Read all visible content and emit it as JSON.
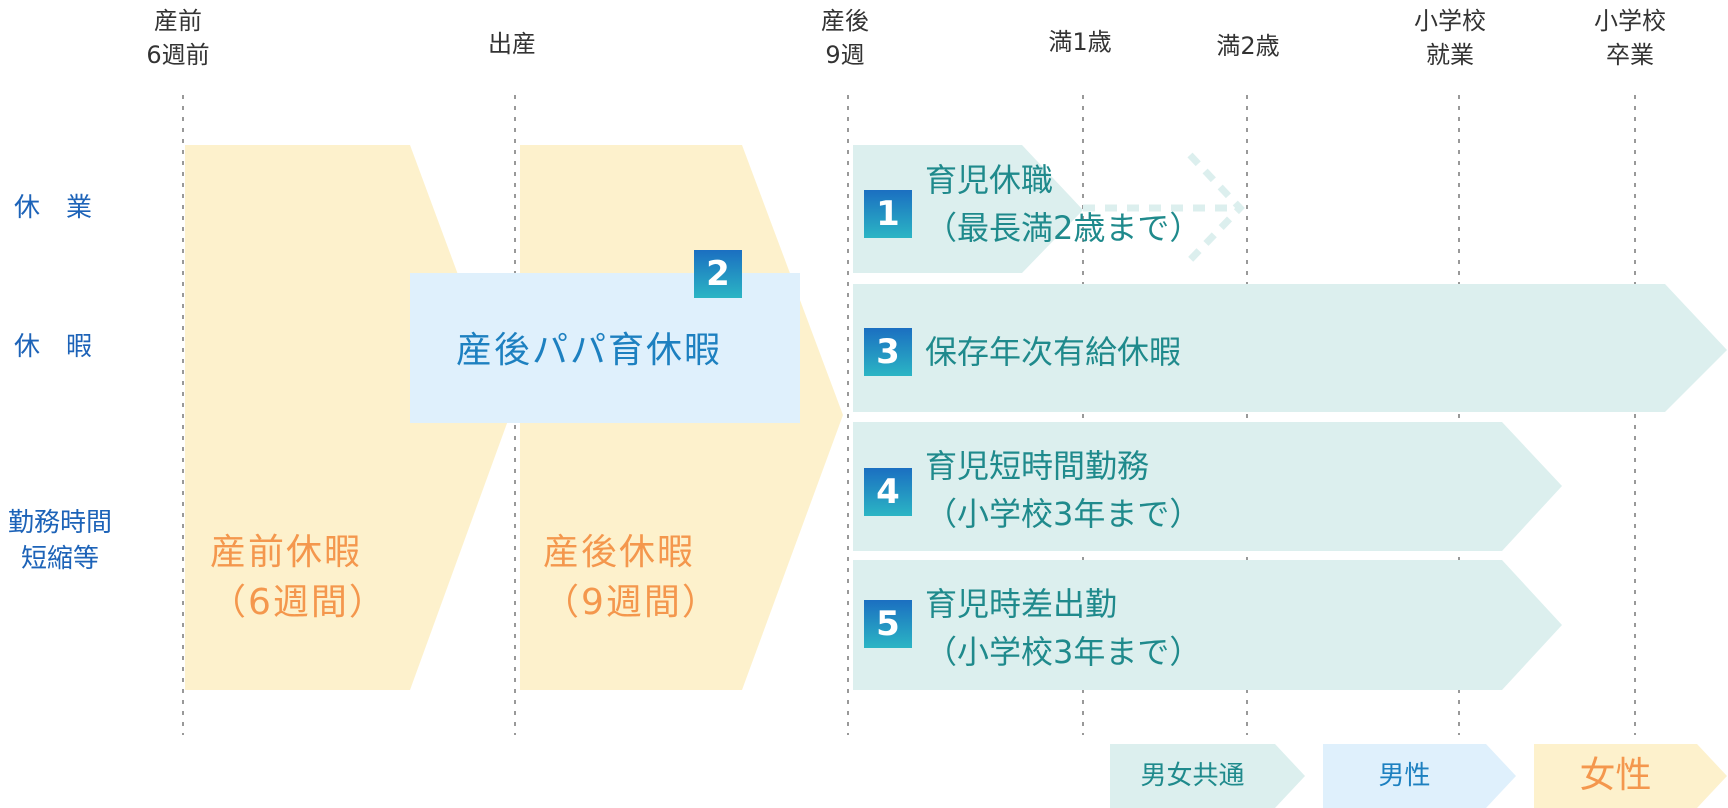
{
  "timeline": {
    "labels": [
      {
        "key": "pre6",
        "lines": [
          "産前",
          "6週前"
        ]
      },
      {
        "key": "birth",
        "lines": [
          "出産"
        ]
      },
      {
        "key": "post9",
        "lines": [
          "産後",
          "9週"
        ]
      },
      {
        "key": "age1",
        "lines": [
          "満1歳"
        ]
      },
      {
        "key": "age2",
        "lines": [
          "満2歳"
        ]
      },
      {
        "key": "elem_entry",
        "lines": [
          "小学校",
          "就業"
        ]
      },
      {
        "key": "elem_grad",
        "lines": [
          "小学校",
          "卒業"
        ]
      }
    ]
  },
  "rows": {
    "leave": "休　業",
    "vacation": "休　暇",
    "hours_line1": "勤務時間",
    "hours_line2": "短縮等"
  },
  "leaves": {
    "prenatal": {
      "title": "産前休暇",
      "sub": "（6週間）"
    },
    "postnatal": {
      "title": "産後休暇",
      "sub": "（9週間）"
    },
    "papa": {
      "number": "2",
      "title": "産後パパ育休暇"
    }
  },
  "bars": [
    {
      "number": "1",
      "title": "育児休職",
      "sub": "（最長満2歳まで）"
    },
    {
      "number": "3",
      "title": "保存年次有給休暇",
      "sub": ""
    },
    {
      "number": "4",
      "title": "育児短時間勤務",
      "sub": "（小学校3年まで）"
    },
    {
      "number": "5",
      "title": "育児時差出勤",
      "sub": "（小学校3年まで）"
    }
  ],
  "legend": {
    "common": "男女共通",
    "male": "男性",
    "female": "女性"
  },
  "colors": {
    "common_fill": "#dcefee",
    "male_fill": "#dff0fc",
    "female_fill": "#fdf1cc",
    "teal_text": "#1f8a8c",
    "blue_text": "#1d80c0",
    "orange_text": "#f4974d",
    "row_label": "#1d63b8"
  }
}
